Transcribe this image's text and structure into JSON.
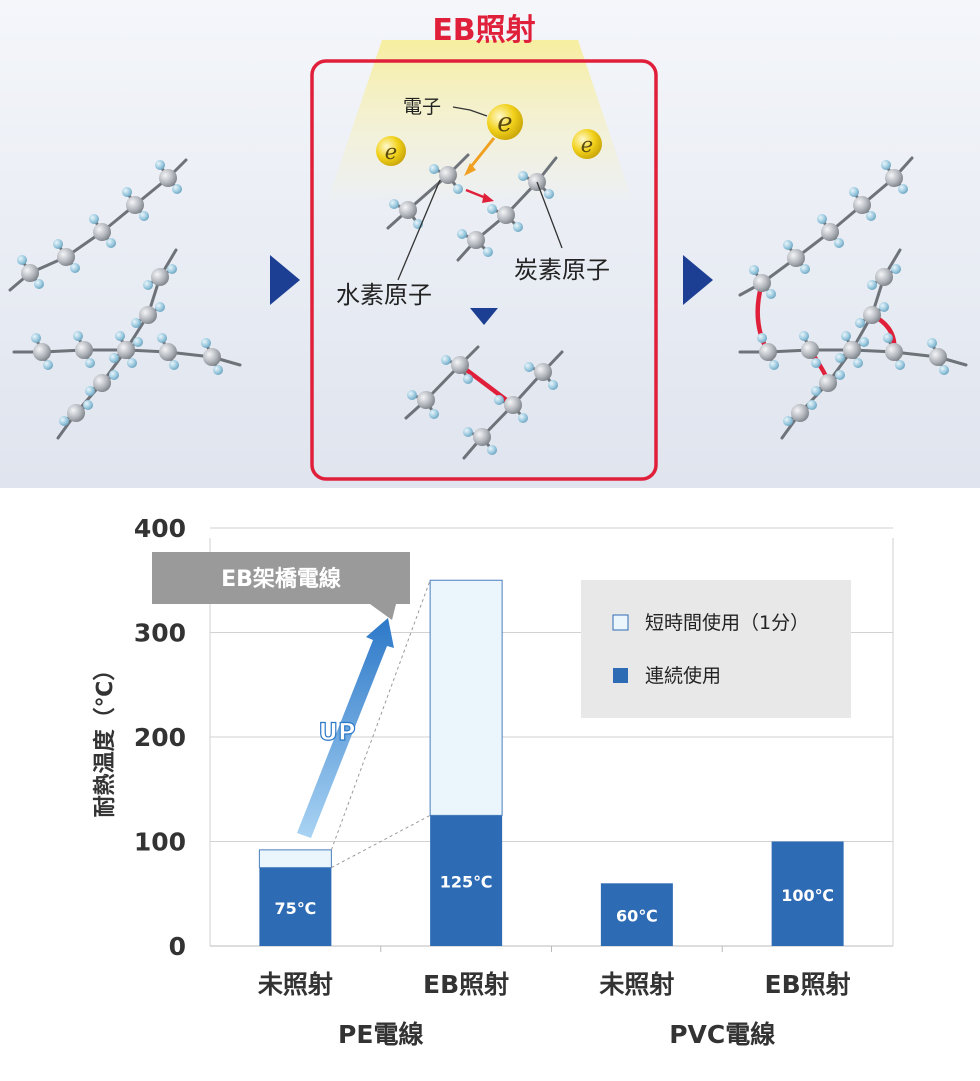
{
  "diagram": {
    "title": "EB照射",
    "electron_symbol": "e",
    "labels": {
      "electron": "電子",
      "carbon": "炭素原子",
      "hydrogen": "水素原子"
    },
    "colors": {
      "accent_red": "#e0203a",
      "arrow_blue": "#1c3f94",
      "electron_yellow": "#f2d21c",
      "carbon_gray": "#a9adb3",
      "hydrogen_blue": "#8fc3da"
    }
  },
  "chart_data": {
    "type": "bar",
    "stacked": true,
    "ylabel": "耐熱温度（℃）",
    "ylim": [
      0,
      400
    ],
    "yticks": [
      0,
      100,
      200,
      300,
      400
    ],
    "categories": [
      "未照射",
      "EB照射",
      "未照射",
      "EB照射"
    ],
    "groups": [
      {
        "label": "PE電線",
        "categories": [
          0,
          1
        ]
      },
      {
        "label": "PVC電線",
        "categories": [
          2,
          3
        ]
      }
    ],
    "series": [
      {
        "name": "連続使用",
        "values": [
          75,
          125,
          60,
          100
        ],
        "labels": [
          "75℃",
          "125℃",
          "60℃",
          "100℃"
        ],
        "color": "#2e6bb5"
      },
      {
        "name": "短時間使用（1分）",
        "values": [
          17,
          225,
          0,
          0
        ],
        "color": "#eaf6fb"
      }
    ],
    "legend_position": "top-right",
    "grid": true,
    "callout": {
      "text": "EB架橋電線",
      "arrow_text": "UP"
    }
  }
}
